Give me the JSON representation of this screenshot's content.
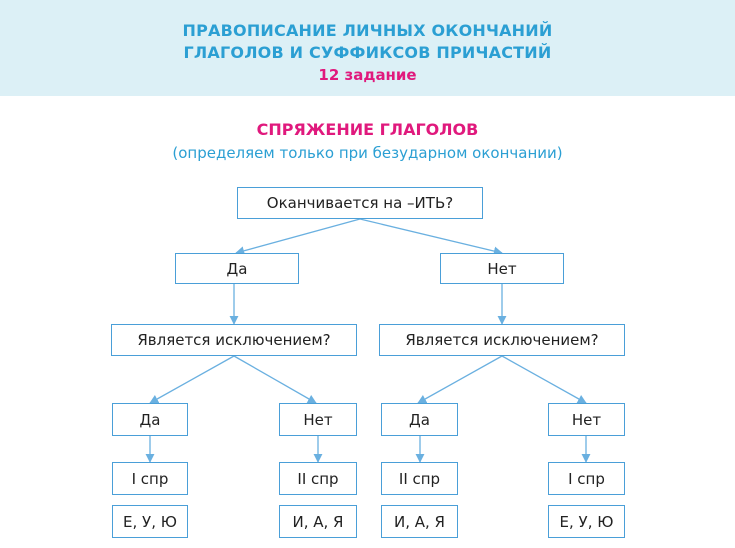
{
  "header": {
    "title_line1": "ПРАВОПИСАНИЕ ЛИЧНЫХ ОКОНЧАНИЙ",
    "title_line2": "ГЛАГОЛОВ И СУФФИКСОВ ПРИЧАСТИЙ",
    "task": "12 задание"
  },
  "section": {
    "title": "СПРЯЖЕНИЕ ГЛАГОЛОВ",
    "subtitle": "(определяем только при безударном окончании)"
  },
  "flowchart": {
    "root": "Оканчивается на –ИТЬ?",
    "left": {
      "answer": "Да",
      "question": "Является исключением?",
      "yes": {
        "answer": "Да",
        "conjugation": "I спр",
        "endings": "Е, У, Ю"
      },
      "no": {
        "answer": "Нет",
        "conjugation": "II спр",
        "endings": "И, А, Я"
      }
    },
    "right": {
      "answer": "Нет",
      "question": "Является исключением?",
      "yes": {
        "answer": "Да",
        "conjugation": "II спр",
        "endings": "И, А, Я"
      },
      "no": {
        "answer": "Нет",
        "conjugation": "I спр",
        "endings": "Е, У, Ю"
      }
    }
  },
  "colors": {
    "banner_bg": "#dcf0f6",
    "title_blue": "#2b9fd3",
    "accent_pink": "#e0197d",
    "box_border": "#4a9fd8"
  }
}
